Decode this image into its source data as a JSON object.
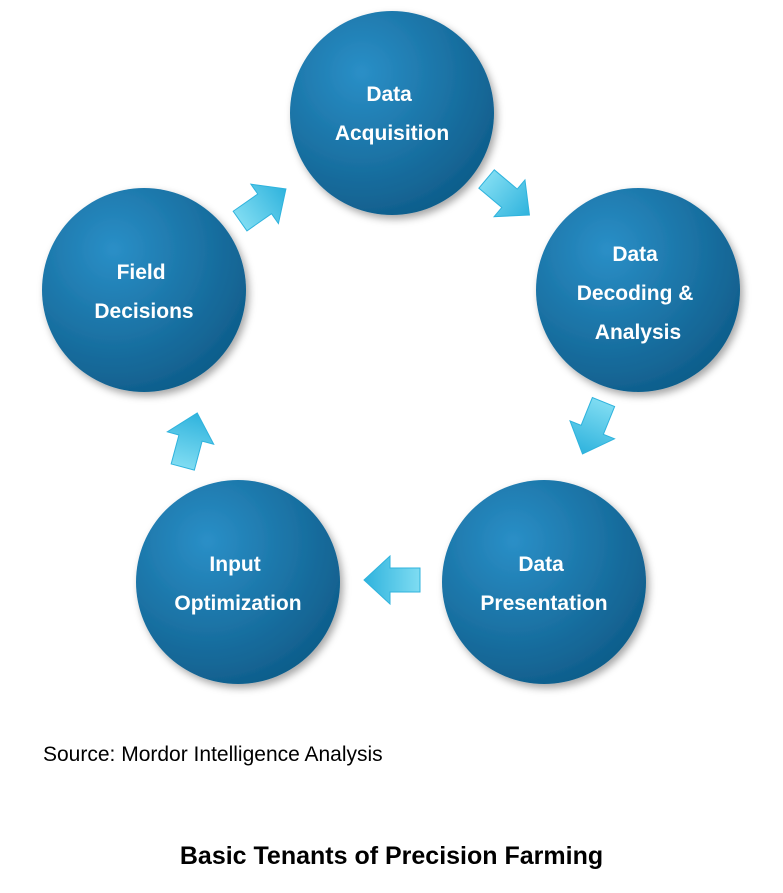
{
  "colors": {
    "circle_light": "#2a8fc7",
    "circle_dark": "#0d5a87",
    "arrow_light": "#7fdcf2",
    "arrow_dark": "#2fb3dd",
    "text_on_circle": "#ffffff"
  },
  "nodes": [
    {
      "id": "data-acquisition",
      "lines": [
        "Data",
        "Acquisition"
      ]
    },
    {
      "id": "data-decoding-analysis",
      "lines": [
        "Data",
        "Decoding &",
        "Analysis"
      ]
    },
    {
      "id": "data-presentation",
      "lines": [
        "Data",
        "Presentation"
      ]
    },
    {
      "id": "input-optimization",
      "lines": [
        "Input",
        "Optimization"
      ]
    },
    {
      "id": "field-decisions",
      "lines": [
        "Field",
        "Decisions"
      ]
    }
  ],
  "source": "Source: Mordor Intelligence Analysis",
  "caption": "Basic Tenants of Precision Farming"
}
